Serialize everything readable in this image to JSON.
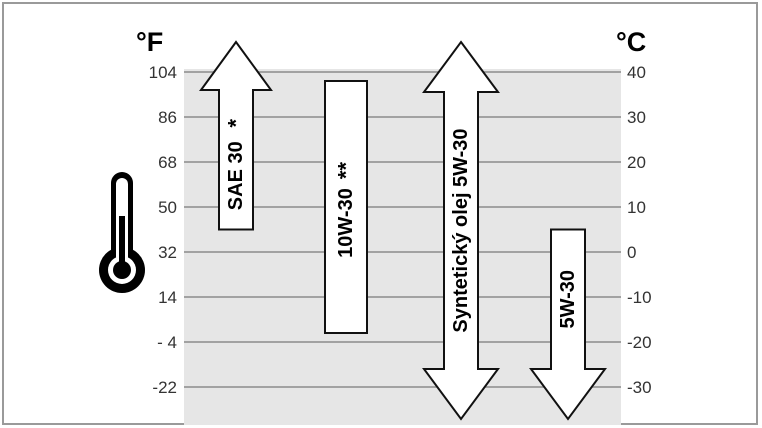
{
  "units": {
    "left": "°F",
    "right": "°C"
  },
  "ticks_f": [
    "104",
    "86",
    "68",
    "50",
    "32",
    "14",
    "- 4",
    "-22"
  ],
  "ticks_c": [
    "40",
    "30",
    "20",
    "10",
    "0",
    "-10",
    "-20",
    "-30"
  ],
  "oils": [
    {
      "label": "SAE 30",
      "note": "*",
      "min_c": 5,
      "max_c": 40,
      "arrow_top": true,
      "arrow_bottom": false
    },
    {
      "label": "10W-30",
      "note": "**",
      "min_c": -18,
      "max_c": 38,
      "arrow_top": false,
      "arrow_bottom": false
    },
    {
      "label": "Syntetický olej 5W-30",
      "note": "",
      "min_c": -30,
      "max_c": 40,
      "arrow_top": true,
      "arrow_bottom": true
    },
    {
      "label": "5W-30",
      "note": "",
      "min_c": -30,
      "max_c": 5,
      "arrow_top": false,
      "arrow_bottom": true
    }
  ],
  "colors": {
    "chart_bg": "#e6e6e6",
    "grid": "#8c8c8c",
    "box_fill": "#ffffff",
    "outline": "#111111"
  },
  "icons": {
    "thermometer": "thermometer-icon"
  }
}
